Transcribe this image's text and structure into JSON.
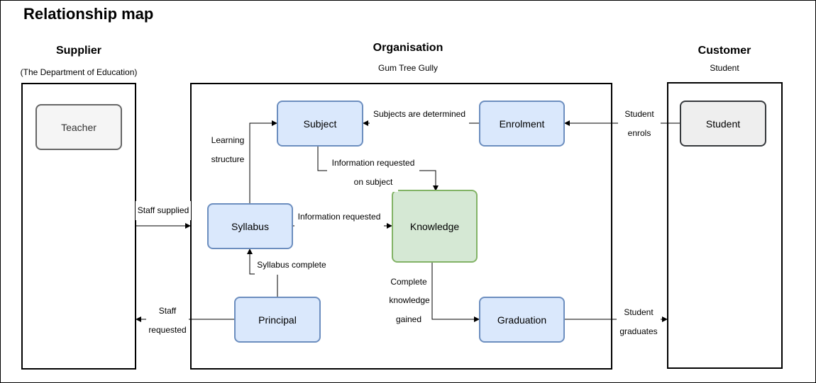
{
  "title": "Relationship map",
  "supplier": {
    "heading": "Supplier",
    "subheading": "(The Department of Education)"
  },
  "organisation": {
    "heading": "Organisation",
    "subheading": "Gum Tree Gully"
  },
  "customer": {
    "heading": "Customer",
    "subheading": "Student"
  },
  "nodes": {
    "teacher": "Teacher",
    "subject": "Subject",
    "enrolment": "Enrolment",
    "syllabus": "Syllabus",
    "knowledge": "Knowledge",
    "principal": "Principal",
    "graduation": "Graduation",
    "student": "Student"
  },
  "edges": {
    "learning_structure": [
      "Learning",
      "structure"
    ],
    "subjects_determined": "Subjects are determined",
    "student_enrols": [
      "Student",
      "enrols"
    ],
    "info_requested_subject": [
      "Information requested",
      "on subject"
    ],
    "staff_supplied": "Staff supplied",
    "info_requested": "Information requested",
    "syllabus_complete": "Syllabus complete",
    "complete_knowledge": [
      "Complete",
      "knowledge",
      "gained"
    ],
    "staff_requested": [
      "Staff",
      "requested"
    ],
    "student_graduates": [
      "Student",
      "graduates"
    ]
  },
  "colors": {
    "blue_fill": "#dae8fc",
    "blue_stroke": "#6c8ebf",
    "green_fill": "#d5e8d4",
    "green_stroke": "#82b366",
    "gray_fill": "#f5f5f5",
    "gray_stroke": "#666666"
  }
}
